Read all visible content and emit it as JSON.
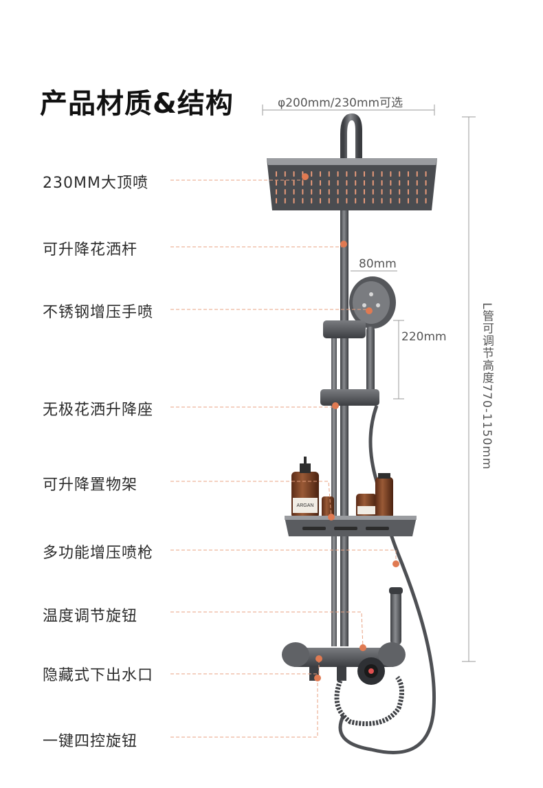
{
  "title": "产品材质&结构",
  "dimensions": {
    "head_width": "φ200mm/230mm可选",
    "hand_shower_width": "80mm",
    "hand_shower_height": "220mm",
    "adjustable_height": "L管可调节高度770-1150mm"
  },
  "labels": [
    "230MM大顶喷",
    "可升降花洒杆",
    "不锈钢增压手喷",
    "无极花洒升降座",
    "可升降置物架",
    "多功能增压喷枪",
    "温度调节旋钮",
    "隐藏式下出水口",
    "一键四控旋钮"
  ],
  "product_bottles": {
    "brand": "ARGAN"
  },
  "colors": {
    "accent_dot": "#e07a52",
    "leader_line": "#e8a080",
    "gunmetal": "#55575b"
  }
}
